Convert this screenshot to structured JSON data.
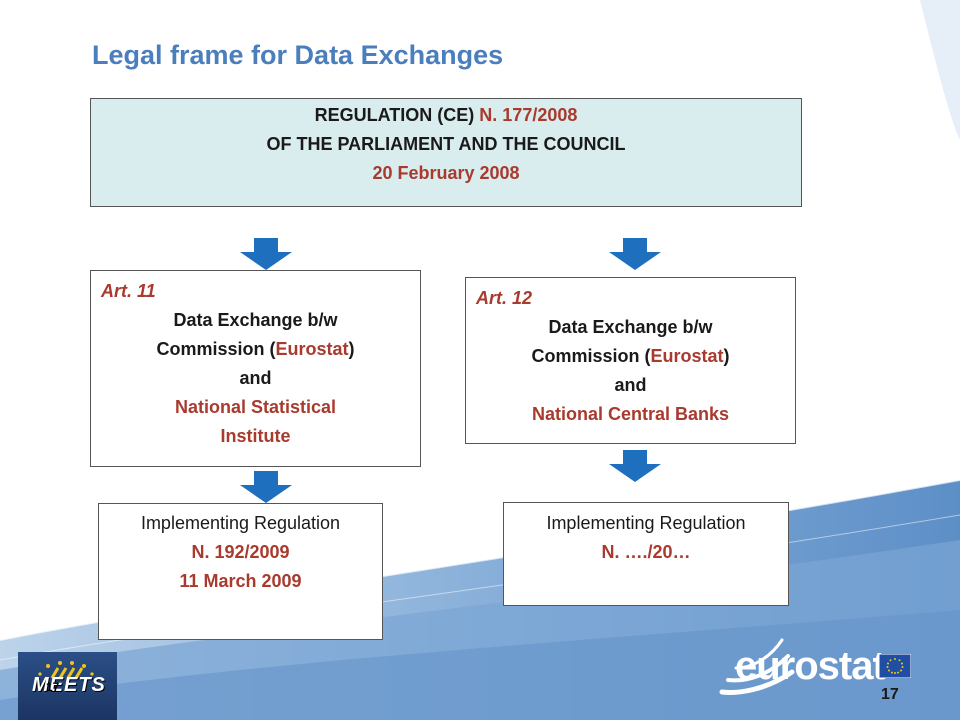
{
  "slide": {
    "title": "Legal frame for Data Exchanges",
    "page_number": "17"
  },
  "regulation": {
    "line1_black": "REGULATION (CE)",
    "line1_red": "N. 177/2008",
    "line2": "OF THE PARLIAMENT AND THE COUNCIL",
    "line3": "20 February 2008"
  },
  "art11": {
    "label": "Art. 11",
    "line1": "Data Exchange b/w",
    "line2_a": "Commission (",
    "line2_red": "Eurostat",
    "line2_b": ")",
    "line3": "and",
    "line4": "National Statistical",
    "line5": "Institute"
  },
  "art12": {
    "label": "Art. 12",
    "line1": "Data Exchange b/w",
    "line2_a": "Commission (",
    "line2_red": "Eurostat",
    "line2_b": ")",
    "line3": "and",
    "line4": "National Central Banks"
  },
  "impl1": {
    "heading": "Implementing Regulation",
    "number": "N. 192/2009",
    "date": "11 March 2009"
  },
  "impl2": {
    "heading": "Implementing Regulation",
    "number": "N. …./20…"
  },
  "logos": {
    "meets_text": "MEETS",
    "meets_num": "17",
    "eurostat_text": "eurostat"
  },
  "colors": {
    "title": "#4a7ebd",
    "accent_red": "#a83a2e",
    "arrow_blue": "#1f6fbf",
    "regulation_fill": "#d9ecee",
    "background_wave": "#6f9fd0"
  }
}
